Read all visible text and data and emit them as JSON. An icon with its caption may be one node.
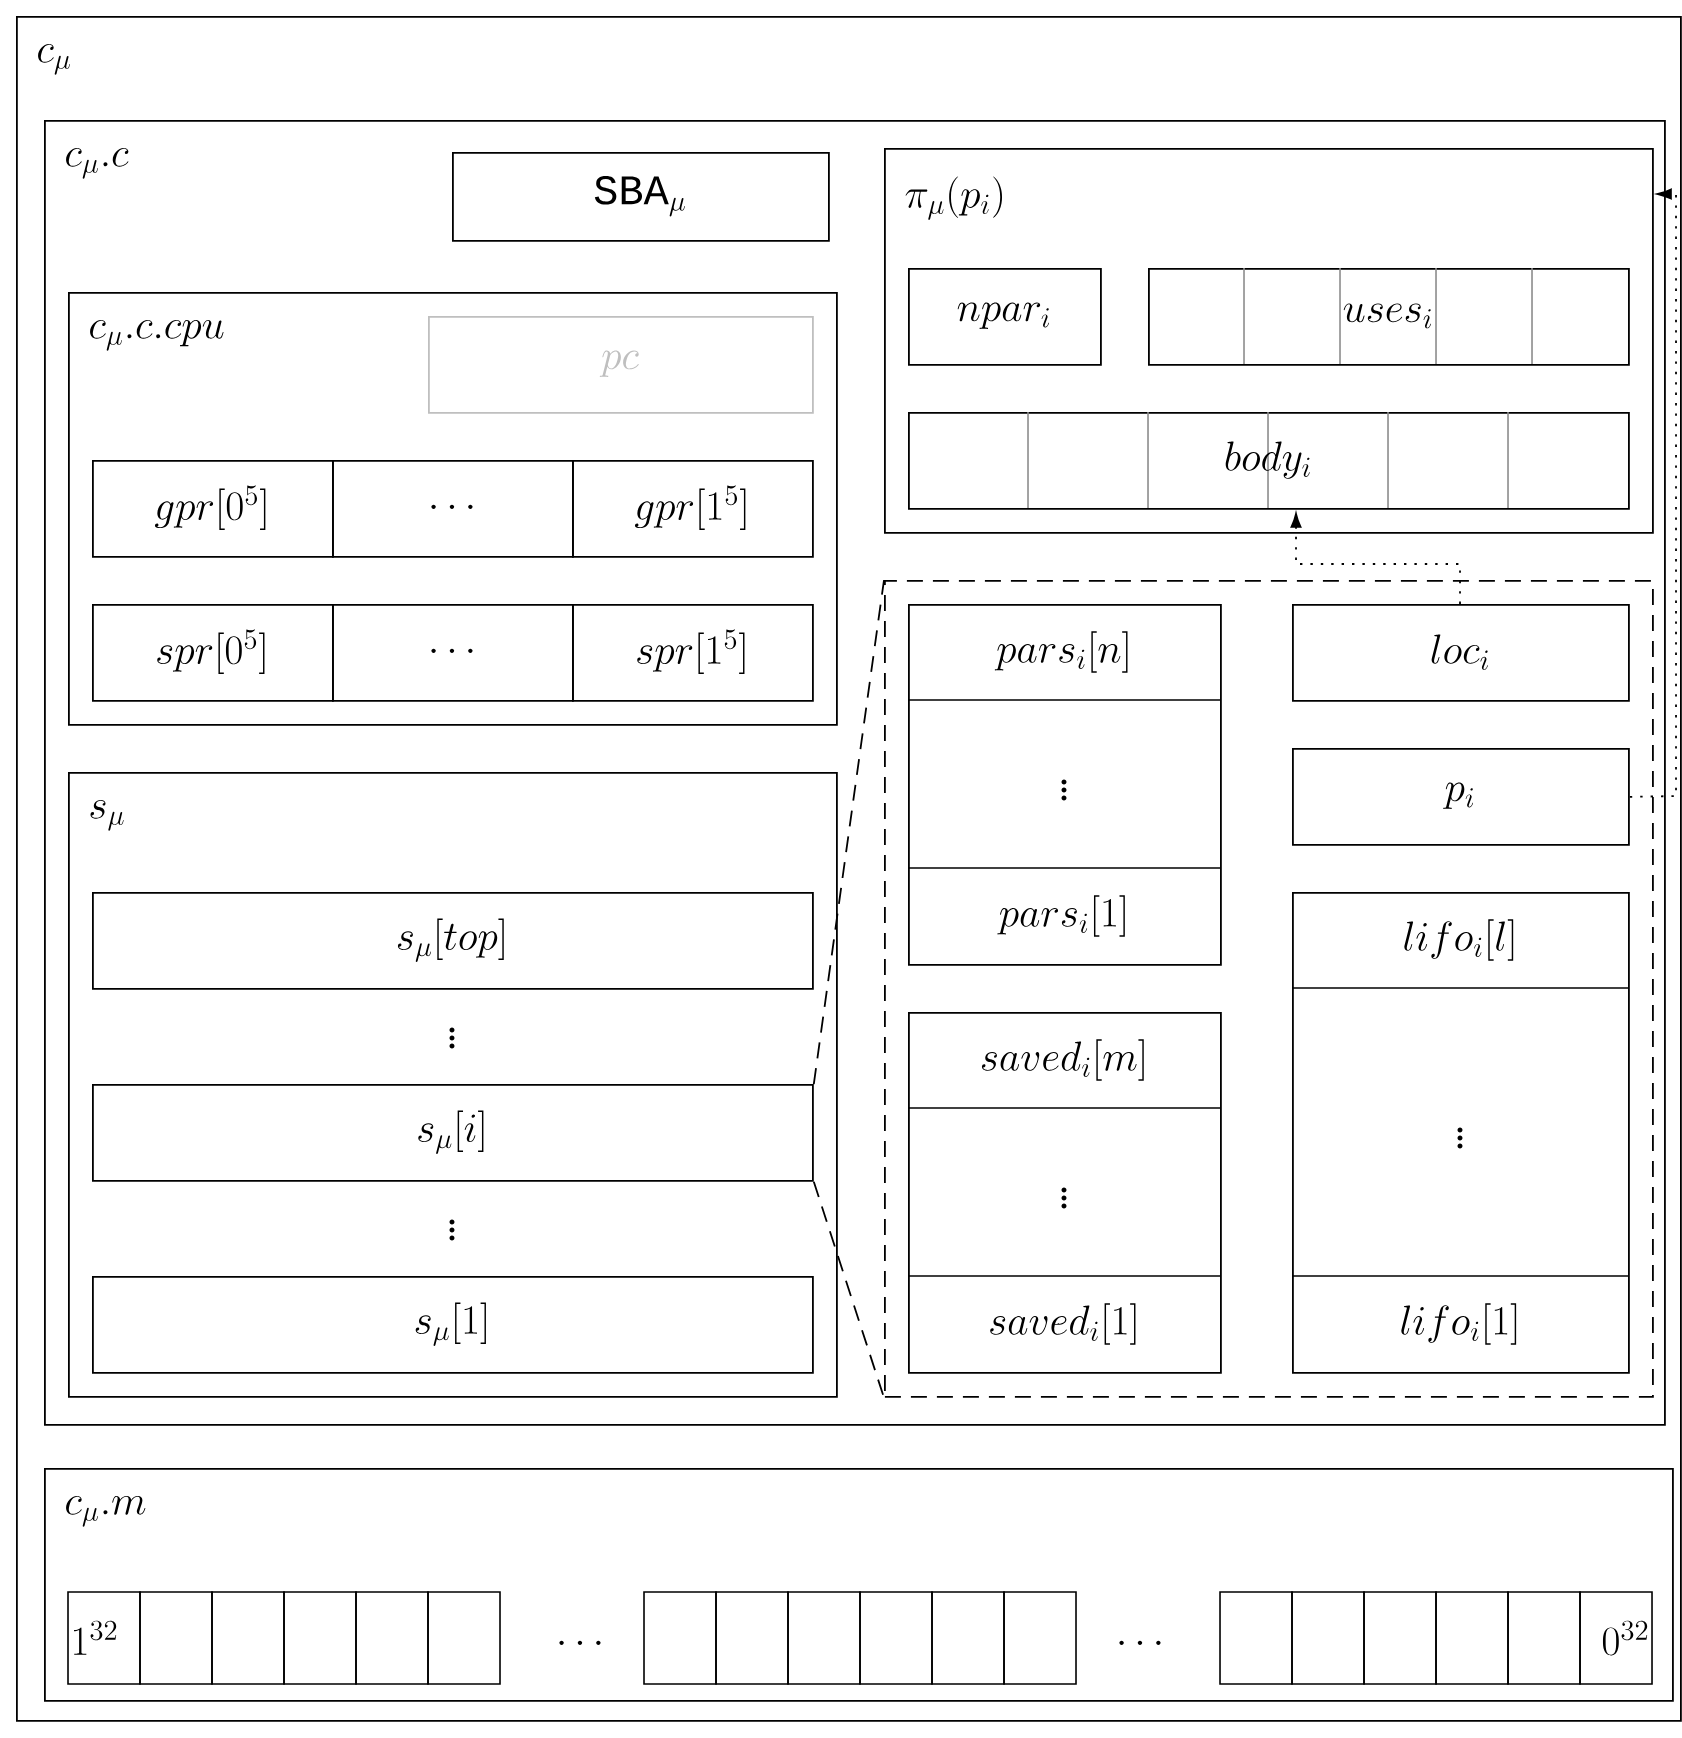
{
  "diagram": {
    "nodes": [
      {
        "text": [
          "c_\\mu"
        ]
      },
      {
        "text": [
          "c_\\mu.c"
        ],
        "in": 0
      },
      {
        "text": [
          "\\texttt{SBA}_\\mu"
        ],
        "in": 1
      },
      {
        "text": [
          "\\pi_\\mu(p_i)"
        ],
        "in": 1
      },
      {
        "text": [
          "npar_i"
        ],
        "in": 3
      },
      {
        "text": [
          "uses_i"
        ],
        "in": 3
      },
      {
        "text": [
          "body_i"
        ],
        "in": 3
      },
      {
        "text": [
          "c_\\mu.c.cpu"
        ],
        "in": 1
      },
      {
        "text": [
          "pc"
        ],
        "in": 7
      },
      {
        "text": [
          "gpr[0^5]"
        ],
        "in": 7
      },
      {
        "text": [
          "\\cdots"
        ],
        "in": 7
      },
      {
        "text": [
          "gpr[1^5]"
        ],
        "in": 7
      },
      {
        "text": [
          "spr[0^5]"
        ],
        "in": 7
      },
      {
        "text": [
          "\\cdots"
        ],
        "in": 7
      },
      {
        "text": [
          "spr[1^5]"
        ],
        "in": 7
      },
      {
        "text": [
          "s_\\mu"
        ],
        "in": 1
      },
      {
        "text": [
          "s_\\mu[top]"
        ],
        "in": 15
      },
      {
        "text": [
          "s_\\mu[i]"
        ],
        "in": 15
      },
      {
        "text": [
          "s_\\mu[1]"
        ],
        "in": 15
      },
      {
        "text": [],
        "shape": "box",
        "in": 1
      },
      {
        "text": [
          "pars_i[n]",
          "\\vdots",
          "pars_i[1]"
        ],
        "in": 19
      },
      {
        "text": [
          "saved_i[m]",
          "\\vdots",
          "saved_i[1]"
        ],
        "in": 19
      },
      {
        "text": [
          "loc_i"
        ],
        "in": 19
      },
      {
        "text": [
          "p_i"
        ],
        "in": 19
      },
      {
        "text": [
          "lifo_i[l]",
          "\\vdots",
          "lifo_i[1]"
        ],
        "in": 19
      },
      {
        "text": [
          "c_\\mu.m"
        ],
        "in": 0
      }
    ],
    "edges": [
      {
        "from": 22,
        "to": 6,
        "arrow": "to",
        "style": "dashed"
      },
      {
        "from": 23,
        "to": 3,
        "arrow": "to",
        "style": "dashed"
      },
      {
        "from": 17,
        "to": 19,
        "arrow": "none",
        "style": "dashed"
      },
      {
        "from": 17,
        "to": 19,
        "arrow": "none",
        "style": "dashed"
      }
    ],
    "labels": [
      "\\vdots",
      "\\vdots",
      "1^{32}",
      "\\cdots",
      "\\cdots",
      "0^{32}"
    ]
  }
}
